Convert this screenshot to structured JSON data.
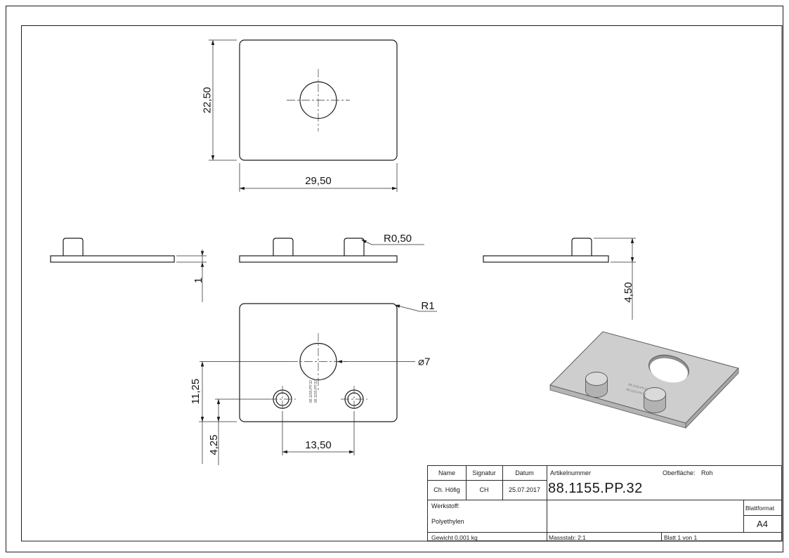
{
  "dims": {
    "top_height": "22,50",
    "top_width": "29,50",
    "thickness": "1",
    "boss_radius": "R0,50",
    "total_height": "4,50",
    "corner_radius": "R1",
    "hole_diameter": "⌀7",
    "hole_center_offset": "11,25",
    "boss_center_offset": "4,25",
    "boss_spacing": "13,50"
  },
  "engraving": "88.1155.PP.32",
  "title_block": {
    "name_header": "Name",
    "signatur_header": "Signatur",
    "datum_header": "Datum",
    "artikelnummer_header": "Artikelnummer",
    "oberflaeche_label": "Oberfläche:",
    "oberflaeche_value": "Roh",
    "name_value": "Ch. Höfig",
    "signatur_value": "CH",
    "datum_value": "25.07.2017",
    "artikelnummer_value": "88.1155.PP.32",
    "werkstoff_label": "Werkstoff:",
    "werkstoff_value": "Polyethylen",
    "blattformat_label": "Blattformat",
    "blattformat_value": "A4",
    "gewicht": "Gewicht 0,001 kg",
    "massstab": "Massstab: 2:1",
    "blatt": "Blatt 1 von 1"
  }
}
